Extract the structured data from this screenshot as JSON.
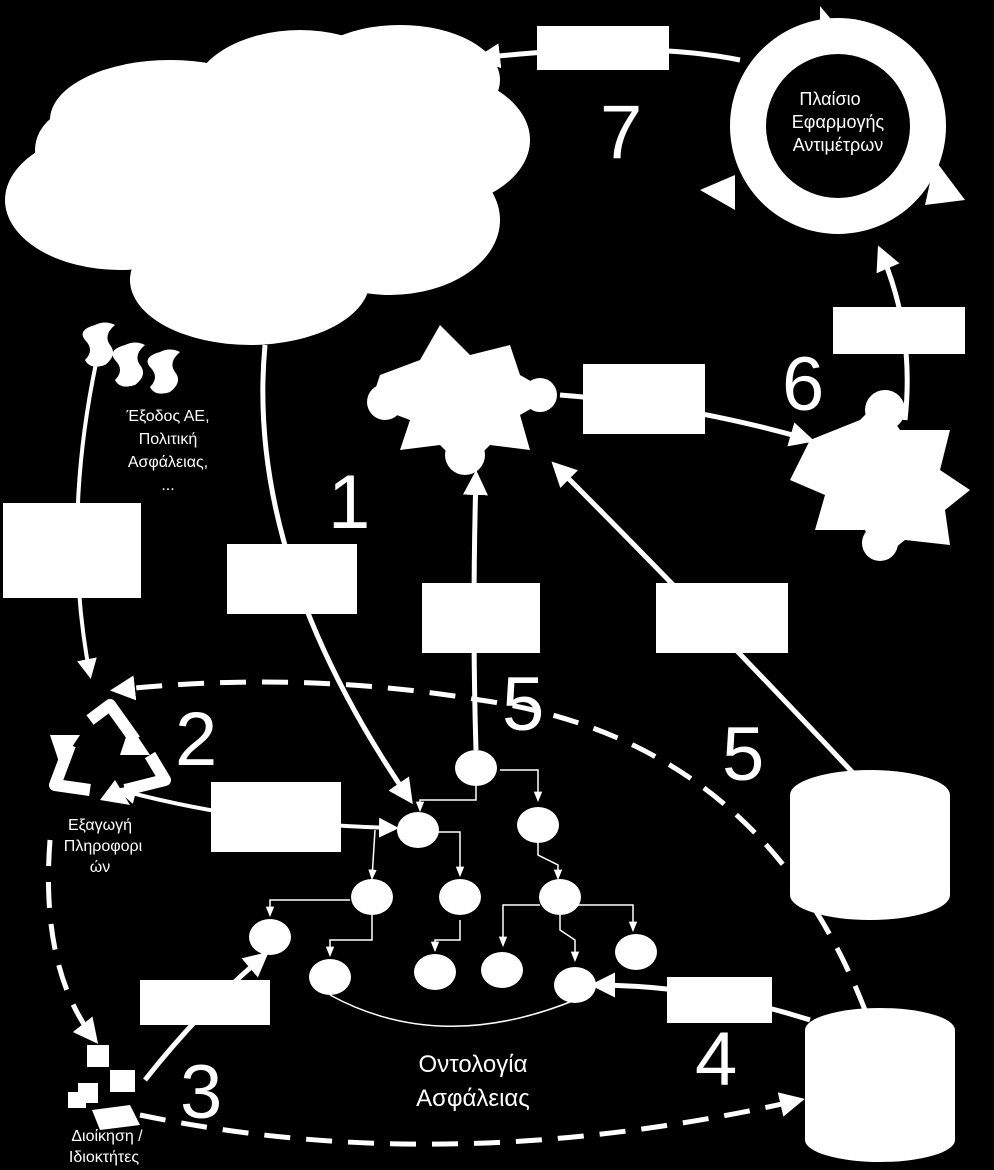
{
  "colors": {
    "background": "#000000",
    "foreground": "#ffffff"
  },
  "labels": {
    "framework": [
      "Πλαίσιο",
      "Εφαρμογής",
      "Αντιμέτρων"
    ],
    "outputs": [
      "Έξοδος ΑΕ,",
      "Πολιτική",
      "Ασφάλειας,",
      "..."
    ],
    "extraction": [
      "Εξαγωγή",
      "Πληροφορι",
      "ών"
    ],
    "management": [
      "Διοίκηση /",
      "Ιδιοκτήτες"
    ],
    "ontology": [
      "Οντολογία",
      "Ασφάλειας"
    ]
  },
  "steps": {
    "s1": "1",
    "s2": "2",
    "s3": "3",
    "s4": "4",
    "s5a": "5",
    "s5b": "5",
    "s6": "6",
    "s7": "7"
  },
  "icons": {
    "cloud": "cloud-icon",
    "cycle": "cycle-arrows-icon",
    "recycle": "recycle-icon",
    "people": "people-icon",
    "computers": "computers-icon",
    "database": "database-icon",
    "star": "star-burst-icon"
  }
}
